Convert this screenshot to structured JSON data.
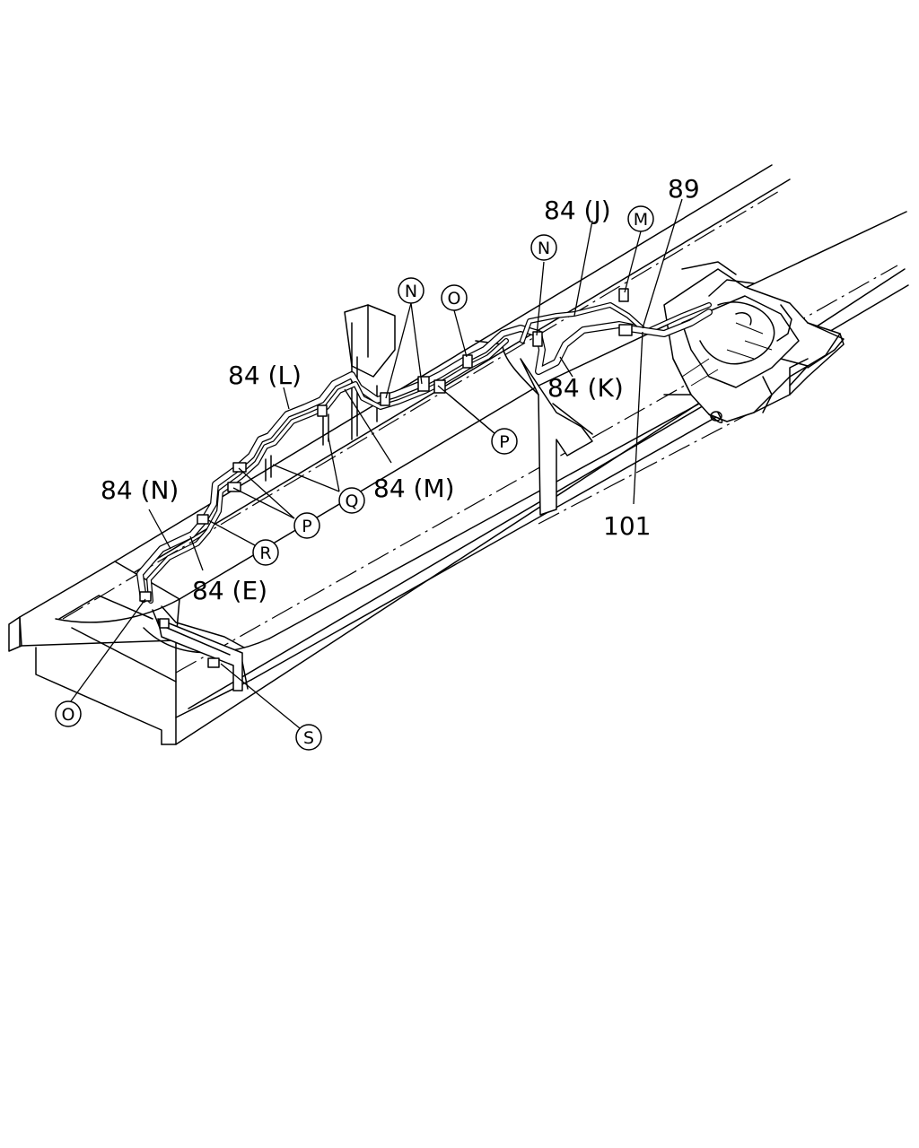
{
  "labels": {
    "l_84L": "84 (L)",
    "l_84J": "84 (J)",
    "l_89": "89",
    "l_84K": "84 (K)",
    "l_84M": "84 (M)",
    "l_84N": "84 (N)",
    "l_84E": "84 (E)",
    "l_101": "101"
  },
  "circles": {
    "c_N1": "N",
    "c_O1": "O",
    "c_N2": "N",
    "c_M": "M",
    "c_P1": "P",
    "c_Q": "Q",
    "c_P2": "P",
    "c_R": "R",
    "c_O2": "O",
    "c_S": "S"
  }
}
